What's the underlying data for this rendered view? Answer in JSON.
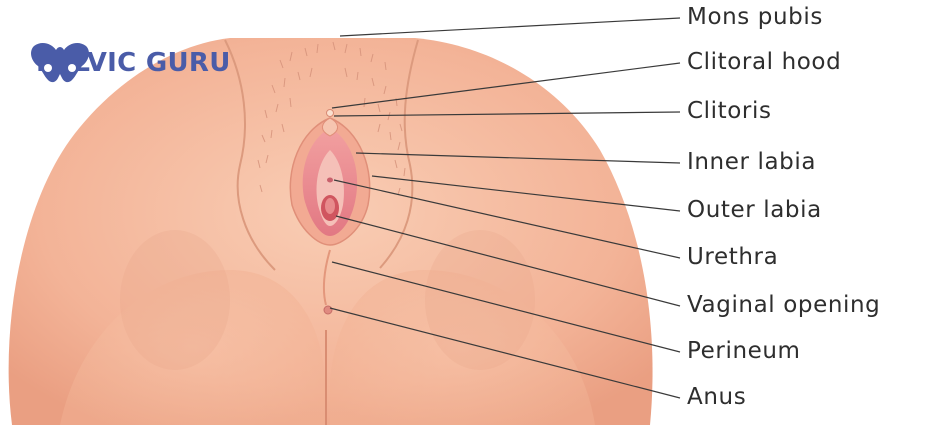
{
  "logo": {
    "text": "PELVIC GURU",
    "icon": "pelvis-icon",
    "color": "#4a5ca8"
  },
  "labels": [
    "Mons pubis",
    "Clitoral hood",
    "Clitoris",
    "Inner labia",
    "Outer labia",
    "Urethra",
    "Vaginal opening",
    "Perineum",
    "Anus"
  ],
  "colors": {
    "skin": "#f4b79a",
    "skin_shadow": "#e59c80",
    "mucosa": "#e8808a",
    "leader_line": "#3a3a3a",
    "text": "#2e2e2e"
  }
}
